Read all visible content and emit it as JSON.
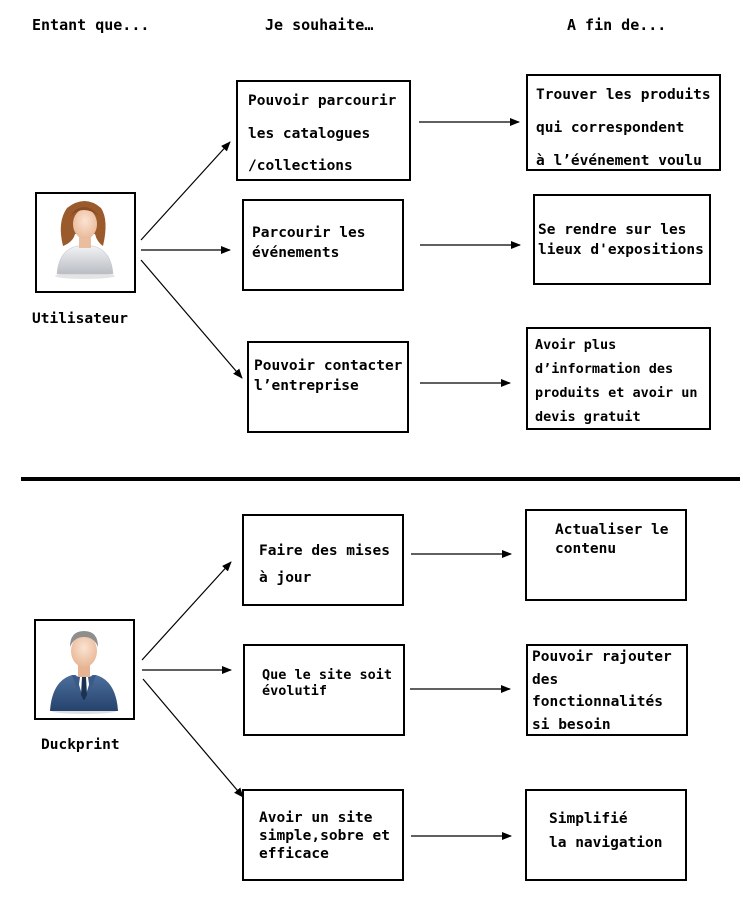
{
  "headers": {
    "col1": "Entant que...",
    "col2": "Je souhaite…",
    "col3": "A fin de..."
  },
  "actors": {
    "user": {
      "label": "Utilisateur",
      "icon": "woman-user-icon"
    },
    "company": {
      "label": "Duckprint",
      "icon": "businessman-icon"
    }
  },
  "wishes": [
    {
      "lines": [
        "Pouvoir parcourir",
        "les catalogues",
        "/collections"
      ]
    },
    {
      "lines": [
        "Parcourir les",
        "événements"
      ]
    },
    {
      "lines": [
        "Pouvoir contacter",
        "l’entreprise"
      ]
    },
    {
      "lines": [
        "Faire des mises",
        "à jour"
      ]
    },
    {
      "lines": [
        "Que le site soit",
        "évolutif"
      ]
    },
    {
      "lines": [
        "Avoir un site",
        "simple,sobre et",
        "efficace"
      ]
    }
  ],
  "goals": [
    {
      "lines": [
        "Trouver les produits",
        "qui correspondent",
        "à l’événement voulu"
      ]
    },
    {
      "lines": [
        "Se rendre sur les",
        "lieux d'expositions"
      ]
    },
    {
      "lines": [
        "Avoir plus",
        "d’information des",
        "produits et avoir un",
        "devis gratuit"
      ]
    },
    {
      "lines": [
        "Actualiser le",
        "contenu"
      ]
    },
    {
      "lines": [
        "Pouvoir rajouter",
        "des",
        "fonctionnalités",
        "si besoin"
      ]
    },
    {
      "lines": [
        "Simplifié",
        "la navigation"
      ]
    }
  ]
}
